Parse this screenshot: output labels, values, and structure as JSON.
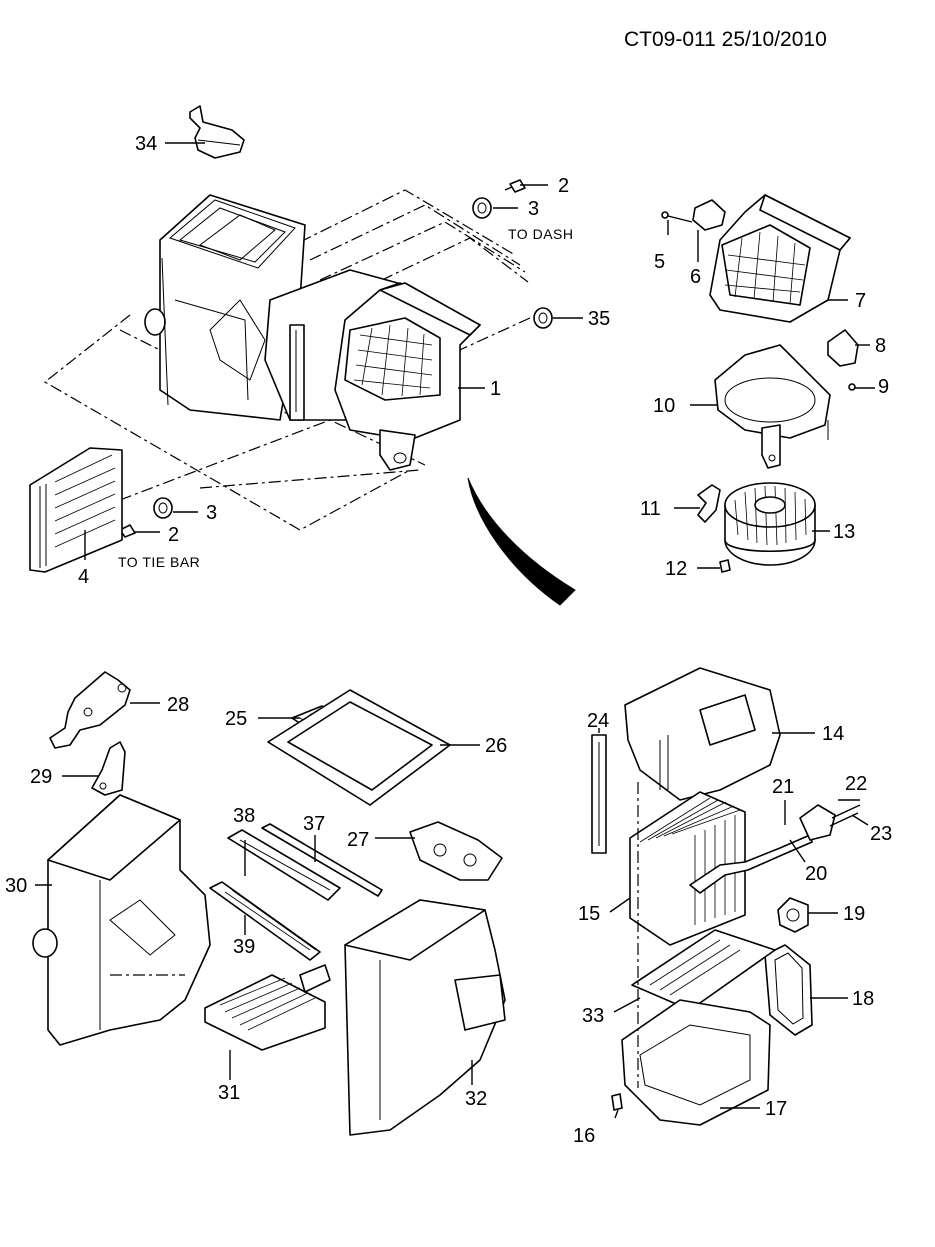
{
  "document_code": "CT09-011 25/10/2010",
  "notes": {
    "to_dash": "TO DASH",
    "to_tie_bar": "TO TIE BAR"
  },
  "callouts": [
    "34",
    "2",
    "3",
    "35",
    "1",
    "4",
    "2",
    "3",
    "5",
    "6",
    "7",
    "8",
    "9",
    "10",
    "11",
    "13",
    "12",
    "28",
    "25",
    "26",
    "29",
    "38",
    "37",
    "27",
    "30",
    "39",
    "31",
    "32",
    "24",
    "14",
    "21",
    "22",
    "23",
    "20",
    "15",
    "19",
    "18",
    "33",
    "17",
    "16"
  ]
}
